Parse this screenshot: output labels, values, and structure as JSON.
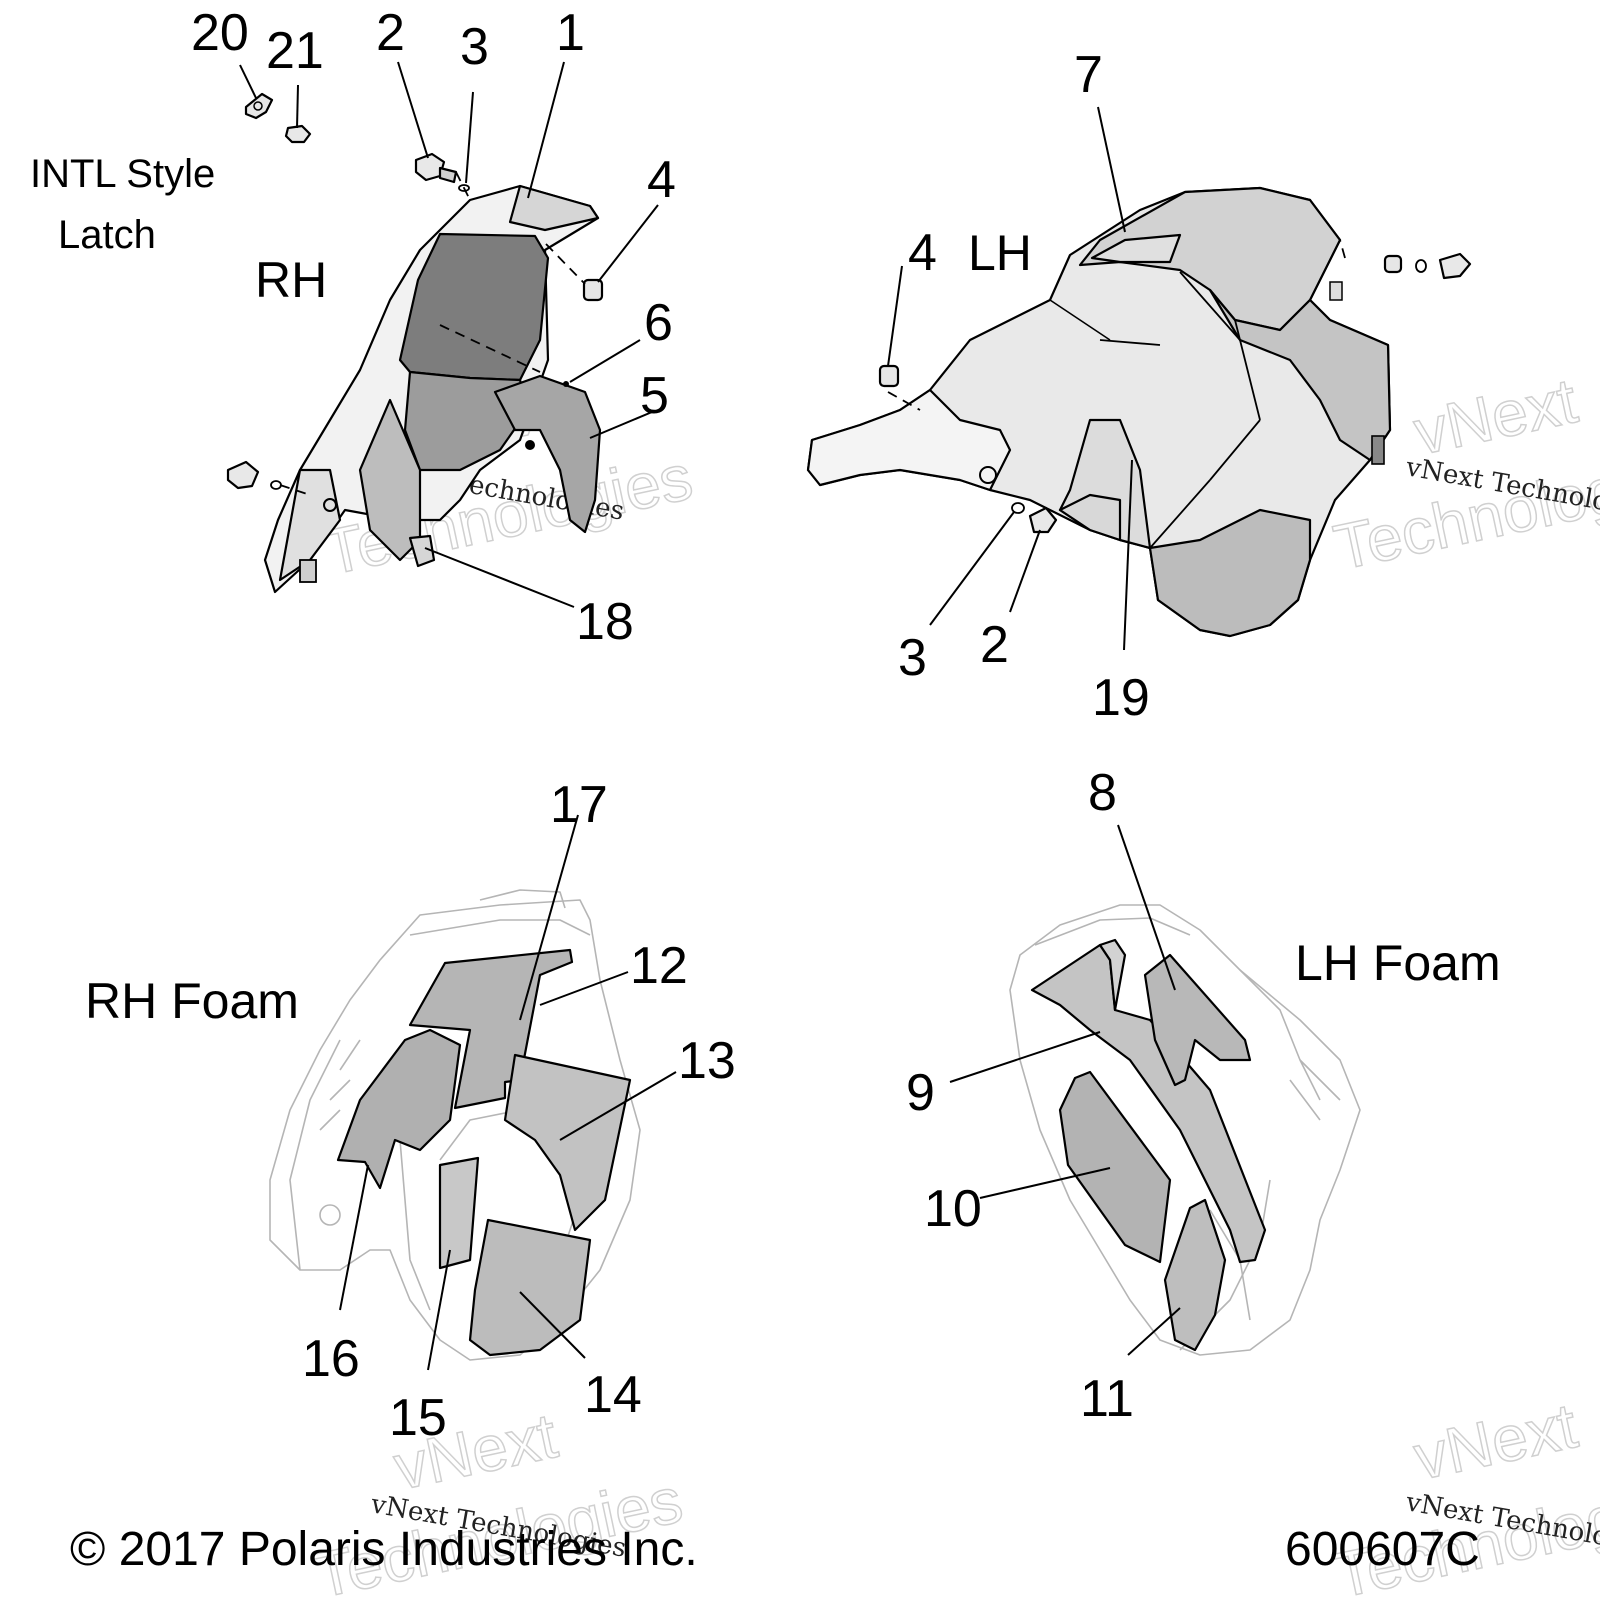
{
  "callouts": {
    "n20": "20",
    "n21": "21",
    "n2a": "2",
    "n3a": "3",
    "n1": "1",
    "n4a": "4",
    "n6": "6",
    "n5": "5",
    "n18": "18",
    "n7": "7",
    "n4b": "4",
    "n3b": "3",
    "n2b": "2",
    "n19": "19",
    "n17": "17",
    "n12": "12",
    "n13": "13",
    "n16": "16",
    "n15": "15",
    "n14": "14",
    "n8": "8",
    "n9": "9",
    "n10": "10",
    "n11": "11"
  },
  "labels": {
    "intl_line1": "INTL Style",
    "intl_line2": "Latch",
    "rh": "RH",
    "lh": "LH",
    "rh_foam": "RH Foam",
    "lh_foam": "LH Foam"
  },
  "footer": {
    "copyright": "© 2017 Polaris Industries Inc.",
    "figure_id": "600607C"
  },
  "watermark": {
    "brand": "vNext",
    "word": "Technologies",
    "full": "vNext Technologies"
  },
  "colors": {
    "fender_fill": "#d9d9d9",
    "foam_fill": "#c8c8c8",
    "dark_fill": "#9a9a9a",
    "line": "#000000",
    "ghost_line": "#b5b5b5"
  }
}
